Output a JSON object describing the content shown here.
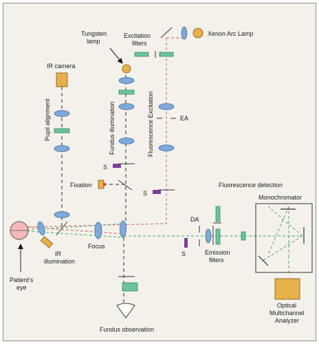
{
  "labels": {
    "xenon_lamp": "Xenon Arc Lamp",
    "excitation_filters_1": "Excitation",
    "excitation_filters_2": "filters",
    "tungsten_lamp_1": "Tungsten",
    "tungsten_lamp_2": "lamp",
    "ir_camera": "IR camera",
    "pupil_alignment": "Pupil alignment",
    "fundus_illumination": "Fundus illumination",
    "fluorescence_excitation": "Fluorescence Excitation",
    "ea": "EA",
    "s_fundus": "S",
    "s_excitation": "S",
    "s_detection": "S",
    "fixation": "Fixation",
    "fluorescence_detection": "Fluorescence detection",
    "monochromator": "Monochromator",
    "da": "DA",
    "focus": "Focus",
    "ir_illumination_1": "IR",
    "ir_illumination_2": "illumination",
    "patients_eye_1": "Patient's",
    "patients_eye_2": "eye",
    "emission_filters_1": "Emission",
    "emission_filters_2": "filters",
    "optical_analyzer_1": "Optical",
    "optical_analyzer_2": "Multichannel",
    "optical_analyzer_3": "Analyzer",
    "fundus_observation": "Fundus observation"
  },
  "colors": {
    "background": "#f4f1ea",
    "lens": "#7ea9d8",
    "lens_stroke": "#3e6e9e",
    "filter": "#6cc29a",
    "shutter": "#7a3f9a",
    "lamp": "#e7b04a",
    "excitation_path": "#d9787a",
    "detection_path": "#5fb58a",
    "eye_fill": "#f4b8b8"
  }
}
